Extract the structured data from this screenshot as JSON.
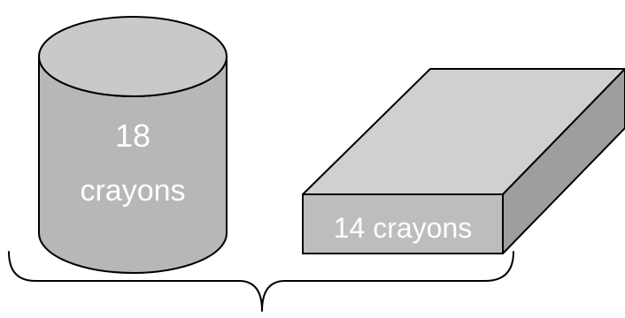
{
  "cylinder": {
    "count_label": "18",
    "unit_label": "crayons",
    "side_color": "#b7b7b7",
    "top_color": "#c9c9c9"
  },
  "box": {
    "label": "14 crayons",
    "front_color": "#bdbdbd",
    "top_color": "#d0d0d0",
    "side_color": "#9e9e9e"
  },
  "outline_color": "#000000",
  "text_color": "#ffffff",
  "brace_color": "#000000"
}
